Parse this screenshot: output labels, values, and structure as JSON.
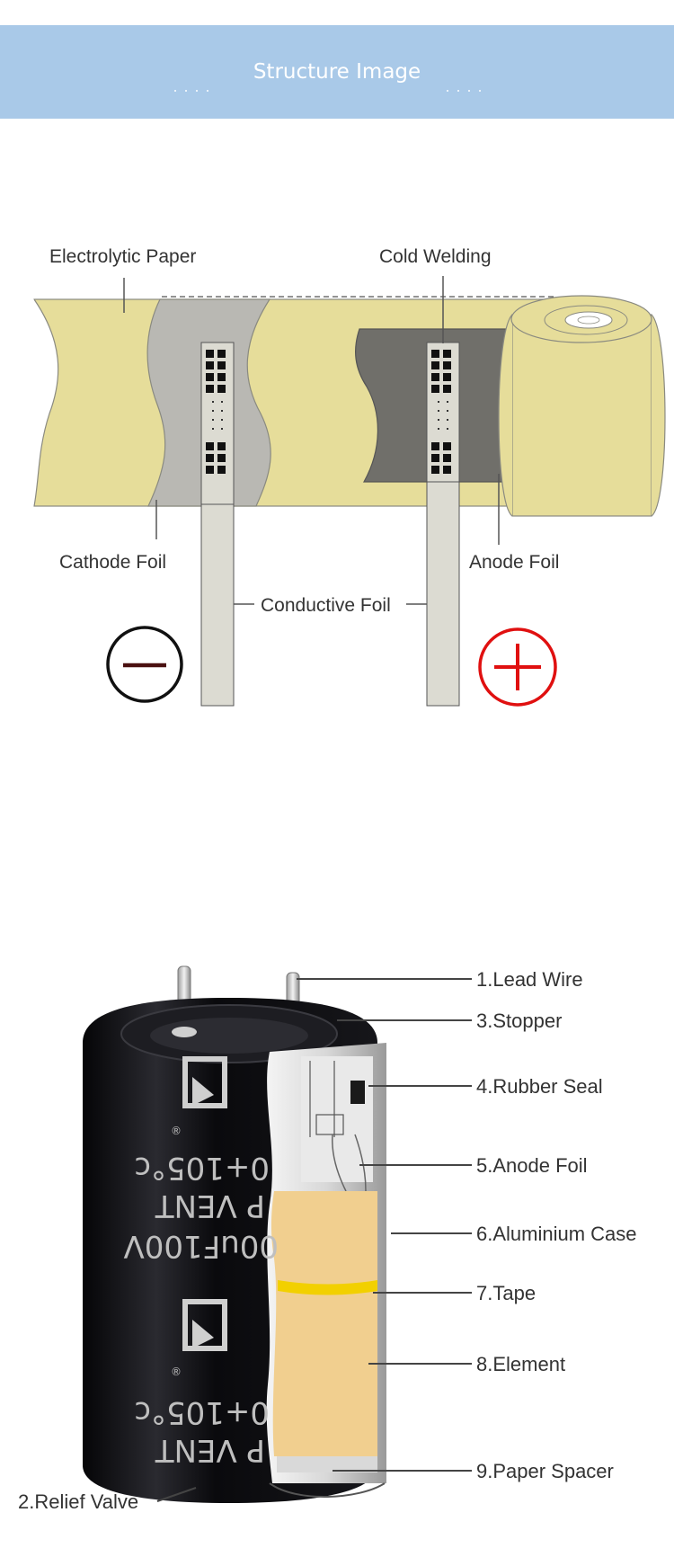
{
  "header": {
    "title": "Structure Image"
  },
  "winding_diagram": {
    "labels": {
      "electrolytic_paper": "Electrolytic Paper",
      "cold_welding": "Cold Welding",
      "cathode_foil": "Cathode Foil",
      "anode_foil": "Anode Foil",
      "conductive_foil": "Conductive Foil"
    },
    "polarity": {
      "negative_symbol": "minus-circle",
      "positive_symbol": "plus-circle"
    },
    "colors": {
      "paper": "#e6dd9a",
      "cathode_foil": "#b9b8b3",
      "anode_foil": "#706f6a",
      "conductive_foil": "#dcdbd2",
      "positive": "#e01010",
      "negative": "#111111"
    }
  },
  "capacitor_diagram": {
    "parts": [
      "1.Lead Wire",
      "3.Stopper",
      "4.Rubber Seal",
      "5.Anode Foil",
      "6.Aluminium Case",
      "7.Tape",
      "8.Element",
      "9.Paper Spacer"
    ],
    "relief_valve": "2.Relief Valve",
    "case_print": {
      "line_a": "0+105°c",
      "line_b": "P VENT",
      "line_c": "00uF100V",
      "line_d": "0+105°c",
      "line_e": "P VENT",
      "registered": "®"
    },
    "colors": {
      "sleeve": "#0d0d10",
      "element": "#f1cf8f",
      "tape": "#f2d000"
    }
  }
}
